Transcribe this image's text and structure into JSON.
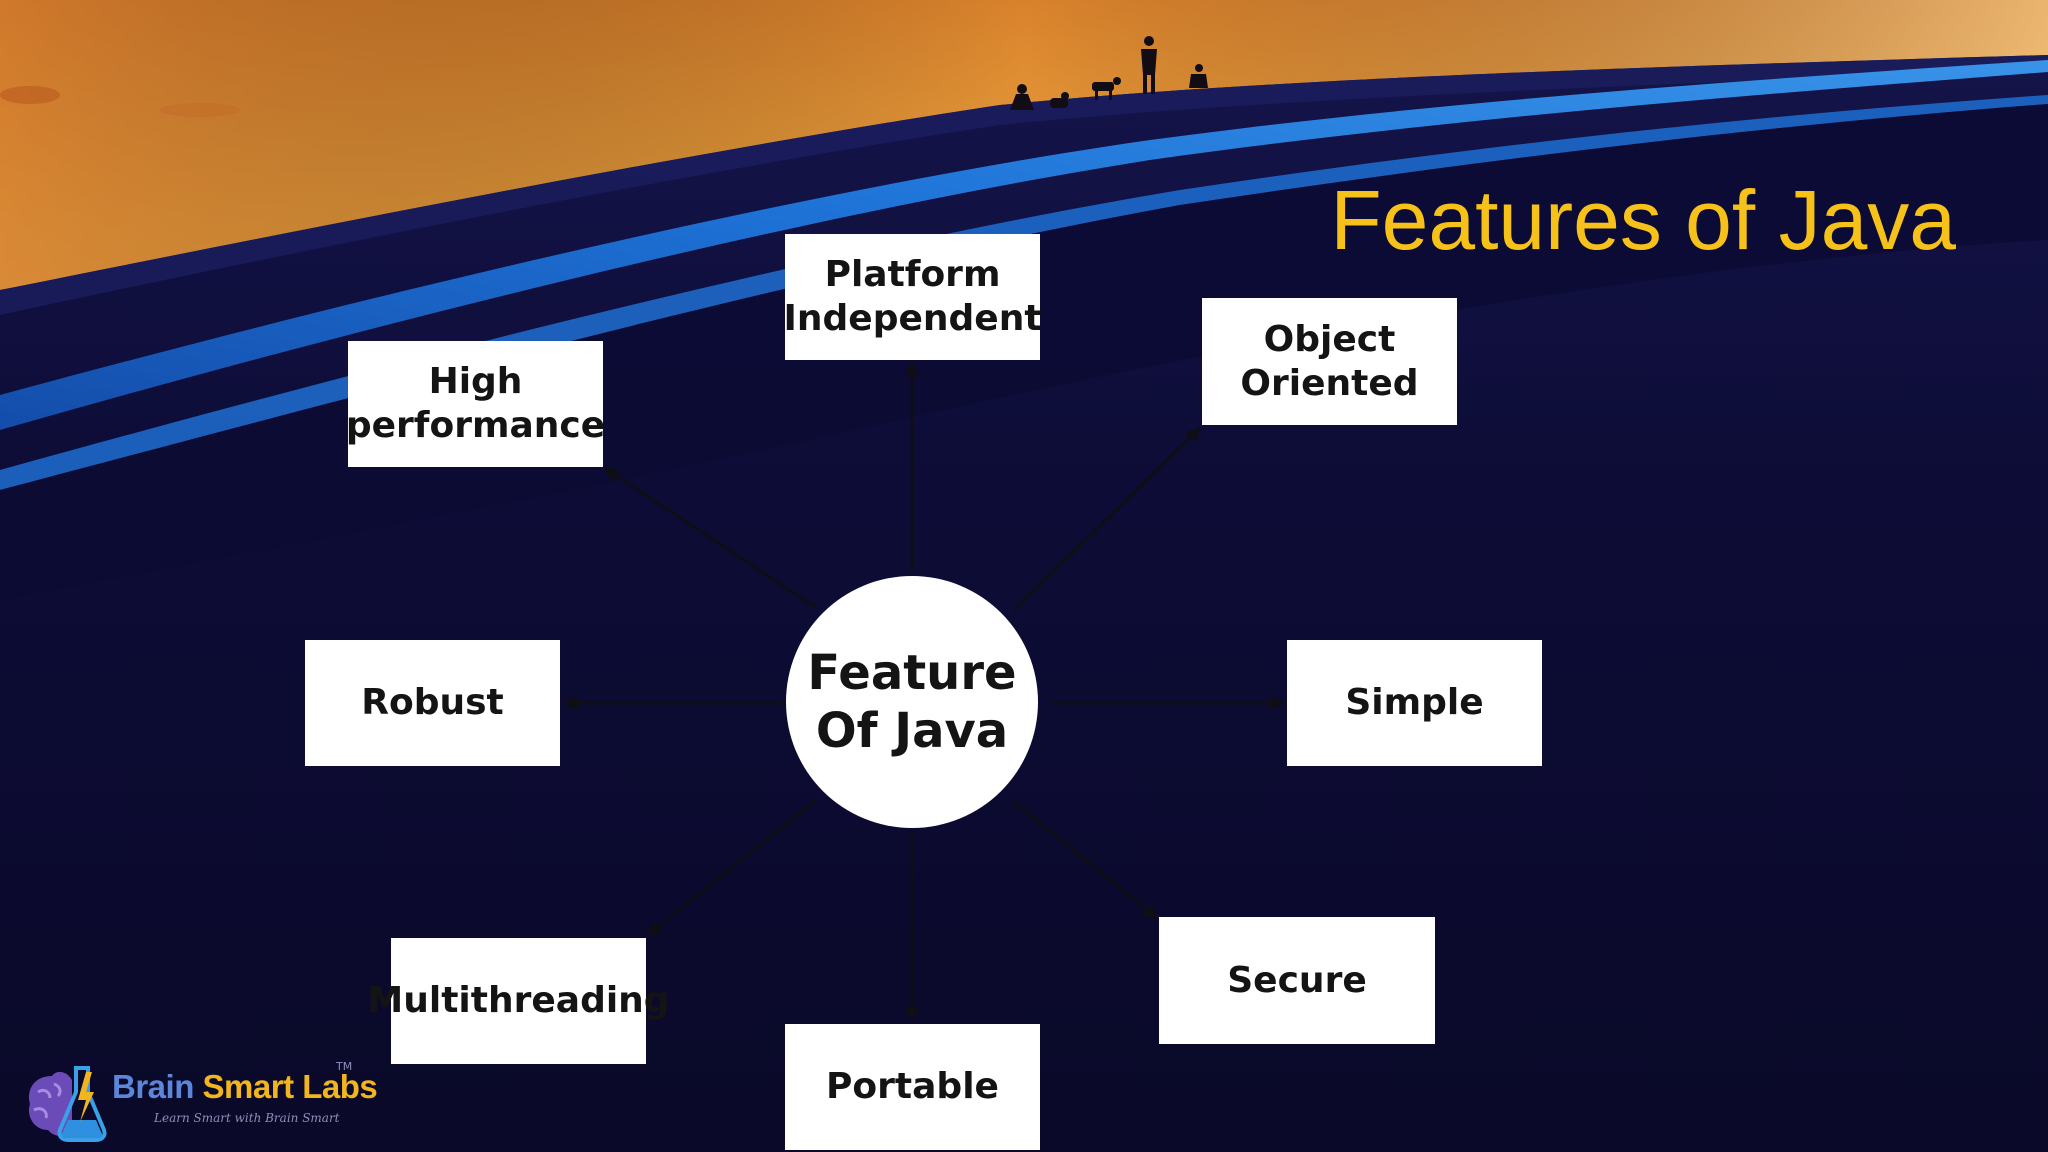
{
  "title": "Features of Java",
  "hub": {
    "label": "Feature\nOf Java"
  },
  "features": {
    "platform_independent": "Platform\nIndependent",
    "object_oriented": "Object\nOriented",
    "high_performance": "High\nperformance",
    "robust": "Robust",
    "simple": "Simple",
    "multithreading": "Multithreading",
    "secure": "Secure",
    "portable": "Portable"
  },
  "logo": {
    "name_part1": "Brain",
    "name_part2": "Smart Labs",
    "tagline": "Learn Smart with Brain Smart",
    "trademark": "TM"
  },
  "colors": {
    "title": "#f6c21a",
    "background_night": "#0b0a2e",
    "sky_orange": "#e9912f",
    "dune_stripe": "#1a6fd6",
    "box_fill": "#ffffff",
    "connector": "#0e0e14"
  }
}
